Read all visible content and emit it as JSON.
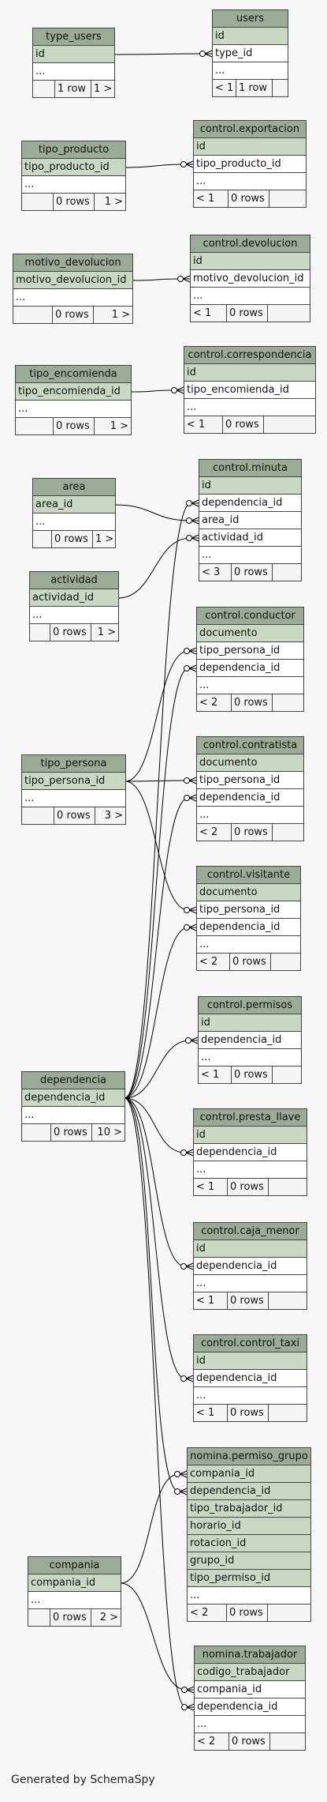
{
  "footer": "Generated by SchemaSpy",
  "colors": {
    "header": "#9bab96",
    "key": "#c9d8c3",
    "line": "#000000"
  },
  "tables": [
    {
      "id": "type_users",
      "name": "type_users",
      "cols": [
        {
          "t": "id",
          "k": true
        },
        {
          "t": "...",
          "k": false
        }
      ],
      "foot": [
        "",
        "1 row",
        "1 >"
      ]
    },
    {
      "id": "users",
      "name": "users",
      "cols": [
        {
          "t": "id",
          "k": true
        },
        {
          "t": "type_id",
          "k": false
        },
        {
          "t": "...",
          "k": false
        }
      ],
      "foot": [
        "< 1",
        "1 row",
        ""
      ]
    },
    {
      "id": "tipo_producto",
      "name": "tipo_producto",
      "cols": [
        {
          "t": "tipo_producto_id",
          "k": true
        },
        {
          "t": "...",
          "k": false
        }
      ],
      "foot": [
        "",
        "0 rows",
        "1 >"
      ]
    },
    {
      "id": "exportacion",
      "name": "control.exportacion",
      "cols": [
        {
          "t": "id",
          "k": true
        },
        {
          "t": "tipo_producto_id",
          "k": false
        },
        {
          "t": "...",
          "k": false
        }
      ],
      "foot": [
        "< 1",
        "0 rows",
        ""
      ]
    },
    {
      "id": "motivo_devolucion",
      "name": "motivo_devolucion",
      "cols": [
        {
          "t": "motivo_devolucion_id",
          "k": true
        },
        {
          "t": "...",
          "k": false
        }
      ],
      "foot": [
        "",
        "0 rows",
        "1 >"
      ]
    },
    {
      "id": "devolucion",
      "name": "control.devolucion",
      "cols": [
        {
          "t": "id",
          "k": true
        },
        {
          "t": "motivo_devolucion_id",
          "k": false
        },
        {
          "t": "...",
          "k": false
        }
      ],
      "foot": [
        "< 1",
        "0 rows",
        ""
      ]
    },
    {
      "id": "tipo_encomienda",
      "name": "tipo_encomienda",
      "cols": [
        {
          "t": "tipo_encomienda_id",
          "k": true
        },
        {
          "t": "...",
          "k": false
        }
      ],
      "foot": [
        "",
        "0 rows",
        "1 >"
      ]
    },
    {
      "id": "correspondencia",
      "name": "control.correspondencia",
      "cols": [
        {
          "t": "id",
          "k": true
        },
        {
          "t": "tipo_encomienda_id",
          "k": false
        },
        {
          "t": "...",
          "k": false
        }
      ],
      "foot": [
        "< 1",
        "0 rows",
        ""
      ]
    },
    {
      "id": "area",
      "name": "area",
      "cols": [
        {
          "t": "area_id",
          "k": true
        },
        {
          "t": "...",
          "k": false
        }
      ],
      "foot": [
        "",
        "0 rows",
        "1 >"
      ]
    },
    {
      "id": "minuta",
      "name": "control.minuta",
      "cols": [
        {
          "t": "id",
          "k": true
        },
        {
          "t": "dependencia_id",
          "k": false
        },
        {
          "t": "area_id",
          "k": false
        },
        {
          "t": "actividad_id",
          "k": false
        },
        {
          "t": "...",
          "k": false
        }
      ],
      "foot": [
        "< 3",
        "0 rows",
        ""
      ]
    },
    {
      "id": "actividad",
      "name": "actividad",
      "cols": [
        {
          "t": "actividad_id",
          "k": true
        },
        {
          "t": "...",
          "k": false
        }
      ],
      "foot": [
        "",
        "0 rows",
        "1 >"
      ]
    },
    {
      "id": "conductor",
      "name": "control.conductor",
      "cols": [
        {
          "t": "documento",
          "k": true
        },
        {
          "t": "tipo_persona_id",
          "k": false
        },
        {
          "t": "dependencia_id",
          "k": false
        },
        {
          "t": "...",
          "k": false
        }
      ],
      "foot": [
        "< 2",
        "0 rows",
        ""
      ]
    },
    {
      "id": "tipo_persona",
      "name": "tipo_persona",
      "cols": [
        {
          "t": "tipo_persona_id",
          "k": true
        },
        {
          "t": "...",
          "k": false
        }
      ],
      "foot": [
        "",
        "0 rows",
        "3 >"
      ]
    },
    {
      "id": "contratista",
      "name": "control.contratista",
      "cols": [
        {
          "t": "documento",
          "k": true
        },
        {
          "t": "tipo_persona_id",
          "k": false
        },
        {
          "t": "dependencia_id",
          "k": false
        },
        {
          "t": "...",
          "k": false
        }
      ],
      "foot": [
        "< 2",
        "0 rows",
        ""
      ]
    },
    {
      "id": "visitante",
      "name": "control.visitante",
      "cols": [
        {
          "t": "documento",
          "k": true
        },
        {
          "t": "tipo_persona_id",
          "k": false
        },
        {
          "t": "dependencia_id",
          "k": false
        },
        {
          "t": "...",
          "k": false
        }
      ],
      "foot": [
        "< 2",
        "0 rows",
        ""
      ]
    },
    {
      "id": "permisos",
      "name": "control.permisos",
      "cols": [
        {
          "t": "id",
          "k": true
        },
        {
          "t": "dependencia_id",
          "k": false
        },
        {
          "t": "...",
          "k": false
        }
      ],
      "foot": [
        "< 1",
        "0 rows",
        ""
      ]
    },
    {
      "id": "dependencia",
      "name": "dependencia",
      "cols": [
        {
          "t": "dependencia_id",
          "k": true
        },
        {
          "t": "...",
          "k": false
        }
      ],
      "foot": [
        "",
        "0 rows",
        "10 >"
      ]
    },
    {
      "id": "presta_llave",
      "name": "control.presta_llave",
      "cols": [
        {
          "t": "id",
          "k": true
        },
        {
          "t": "dependencia_id",
          "k": false
        },
        {
          "t": "...",
          "k": false
        }
      ],
      "foot": [
        "< 1",
        "0 rows",
        ""
      ]
    },
    {
      "id": "caja_menor",
      "name": "control.caja_menor",
      "cols": [
        {
          "t": "id",
          "k": true
        },
        {
          "t": "dependencia_id",
          "k": false
        },
        {
          "t": "...",
          "k": false
        }
      ],
      "foot": [
        "< 1",
        "0 rows",
        ""
      ]
    },
    {
      "id": "control_taxi",
      "name": "control.control_taxi",
      "cols": [
        {
          "t": "id",
          "k": true
        },
        {
          "t": "dependencia_id",
          "k": false
        },
        {
          "t": "...",
          "k": false
        }
      ],
      "foot": [
        "< 1",
        "0 rows",
        ""
      ]
    },
    {
      "id": "permiso_grupo",
      "name": "nomina.permiso_grupo",
      "cols": [
        {
          "t": "compania_id",
          "k": true
        },
        {
          "t": "dependencia_id",
          "k": true
        },
        {
          "t": "tipo_trabajador_id",
          "k": true
        },
        {
          "t": "horario_id",
          "k": true
        },
        {
          "t": "rotacion_id",
          "k": true
        },
        {
          "t": "grupo_id",
          "k": true
        },
        {
          "t": "tipo_permiso_id",
          "k": true
        },
        {
          "t": "...",
          "k": false
        }
      ],
      "foot": [
        "< 2",
        "0 rows",
        ""
      ]
    },
    {
      "id": "compania",
      "name": "compania",
      "cols": [
        {
          "t": "compania_id",
          "k": true
        },
        {
          "t": "...",
          "k": false
        }
      ],
      "foot": [
        "",
        "0 rows",
        "2 >"
      ]
    },
    {
      "id": "trabajador",
      "name": "nomina.trabajador",
      "cols": [
        {
          "t": "codigo_trabajador",
          "k": true
        },
        {
          "t": "compania_id",
          "k": false
        },
        {
          "t": "dependencia_id",
          "k": false
        },
        {
          "t": "...",
          "k": false
        }
      ],
      "foot": [
        "< 2",
        "0 rows",
        ""
      ]
    }
  ],
  "relations": [
    {
      "from": "type_users",
      "fromCol": 0,
      "to": "users",
      "toCol": 1
    },
    {
      "from": "tipo_producto",
      "fromCol": 0,
      "to": "exportacion",
      "toCol": 1
    },
    {
      "from": "motivo_devolucion",
      "fromCol": 0,
      "to": "devolucion",
      "toCol": 1
    },
    {
      "from": "tipo_encomienda",
      "fromCol": 0,
      "to": "correspondencia",
      "toCol": 1
    },
    {
      "from": "area",
      "fromCol": 0,
      "to": "minuta",
      "toCol": 2
    },
    {
      "from": "actividad",
      "fromCol": 0,
      "to": "minuta",
      "toCol": 3
    },
    {
      "from": "tipo_persona",
      "fromCol": 0,
      "to": "conductor",
      "toCol": 1
    },
    {
      "from": "tipo_persona",
      "fromCol": 0,
      "to": "contratista",
      "toCol": 1
    },
    {
      "from": "tipo_persona",
      "fromCol": 0,
      "to": "visitante",
      "toCol": 1
    },
    {
      "from": "dependencia",
      "fromCol": 0,
      "to": "minuta",
      "toCol": 1
    },
    {
      "from": "dependencia",
      "fromCol": 0,
      "to": "conductor",
      "toCol": 2
    },
    {
      "from": "dependencia",
      "fromCol": 0,
      "to": "contratista",
      "toCol": 2
    },
    {
      "from": "dependencia",
      "fromCol": 0,
      "to": "visitante",
      "toCol": 2
    },
    {
      "from": "dependencia",
      "fromCol": 0,
      "to": "permisos",
      "toCol": 1
    },
    {
      "from": "dependencia",
      "fromCol": 0,
      "to": "presta_llave",
      "toCol": 1
    },
    {
      "from": "dependencia",
      "fromCol": 0,
      "to": "caja_menor",
      "toCol": 1
    },
    {
      "from": "dependencia",
      "fromCol": 0,
      "to": "control_taxi",
      "toCol": 1
    },
    {
      "from": "dependencia",
      "fromCol": 0,
      "to": "permiso_grupo",
      "toCol": 1
    },
    {
      "from": "dependencia",
      "fromCol": 0,
      "to": "trabajador",
      "toCol": 2
    },
    {
      "from": "compania",
      "fromCol": 0,
      "to": "permiso_grupo",
      "toCol": 0
    },
    {
      "from": "compania",
      "fromCol": 0,
      "to": "trabajador",
      "toCol": 1
    }
  ]
}
